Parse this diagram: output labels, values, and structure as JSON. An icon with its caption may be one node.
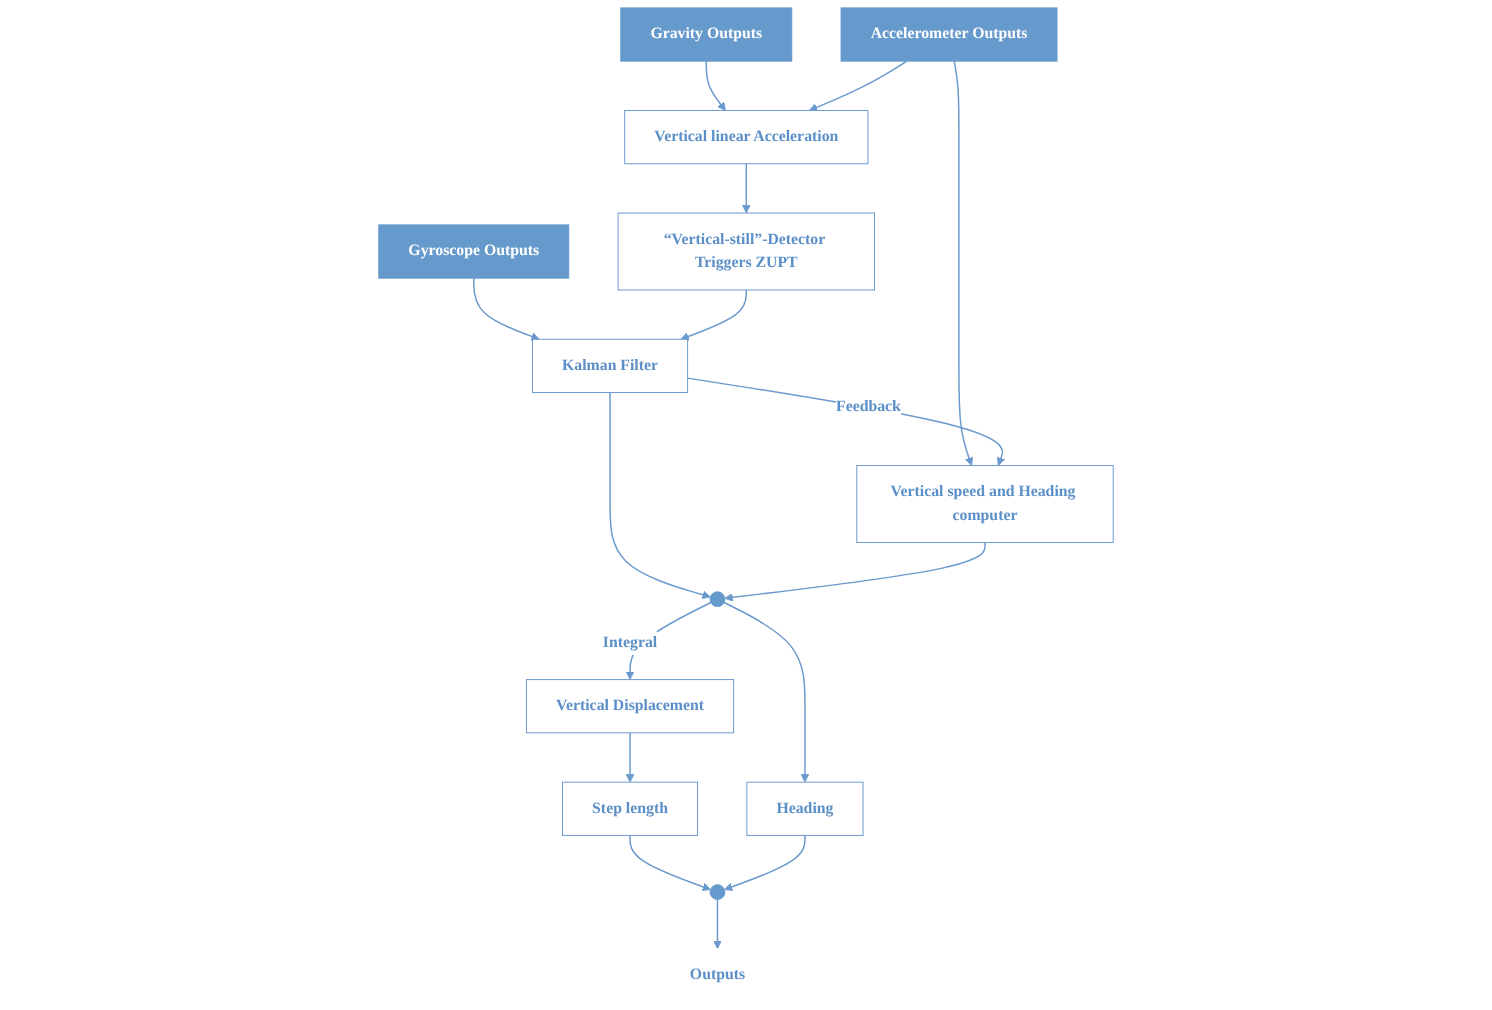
{
  "diagram": {
    "nodes": [
      {
        "text": [
          "Gyroscope Outputs"
        ]
      },
      {
        "text": [
          "Gravity Outputs"
        ]
      },
      {
        "text": [
          "Accelerometer Outputs"
        ]
      },
      {
        "text": [
          "Vertical linear Acceleration"
        ]
      },
      {
        "text": [
          "“Vertical-still”-Detector Triggers ZUPT"
        ]
      },
      {
        "text": [
          "Kalman Filter"
        ]
      },
      {
        "text": [
          "Vertical speed and Heading computer"
        ]
      },
      {
        "text": [],
        "shape": "circle"
      },
      {
        "text": [
          "Step length"
        ]
      },
      {
        "text": [
          "Vertical Displacement"
        ]
      },
      {
        "text": [
          "Heading"
        ]
      },
      {
        "text": [],
        "shape": "circle"
      },
      {
        "text": [
          "Outputs"
        ]
      }
    ],
    "edges": [
      {
        "from": 0,
        "to": 5,
        "arrow": "to"
      },
      {
        "from": 1,
        "to": 3,
        "arrow": "to"
      },
      {
        "from": 2,
        "to": 3,
        "arrow": "to"
      },
      {
        "from": 2,
        "to": 6,
        "arrow": "to"
      },
      {
        "from": 3,
        "to": 4,
        "arrow": "to"
      },
      {
        "from": 4,
        "to": 5,
        "arrow": "to"
      },
      {
        "from": 5,
        "to": 6,
        "label": "Feedback",
        "arrow": "to"
      },
      {
        "from": 5,
        "to": 7,
        "arrow": "to"
      },
      {
        "from": 6,
        "to": 7,
        "arrow": "to"
      },
      {
        "from": 7,
        "to": 9,
        "label": "Integral",
        "arrow": "to"
      },
      {
        "from": 7,
        "to": 10,
        "arrow": "to"
      },
      {
        "from": 9,
        "to": 8,
        "arrow": "to"
      },
      {
        "from": 8,
        "to": 11,
        "arrow": "to"
      },
      {
        "from": 10,
        "to": 11,
        "arrow": "to"
      },
      {
        "from": 11,
        "to": 12,
        "arrow": "to"
      }
    ]
  }
}
